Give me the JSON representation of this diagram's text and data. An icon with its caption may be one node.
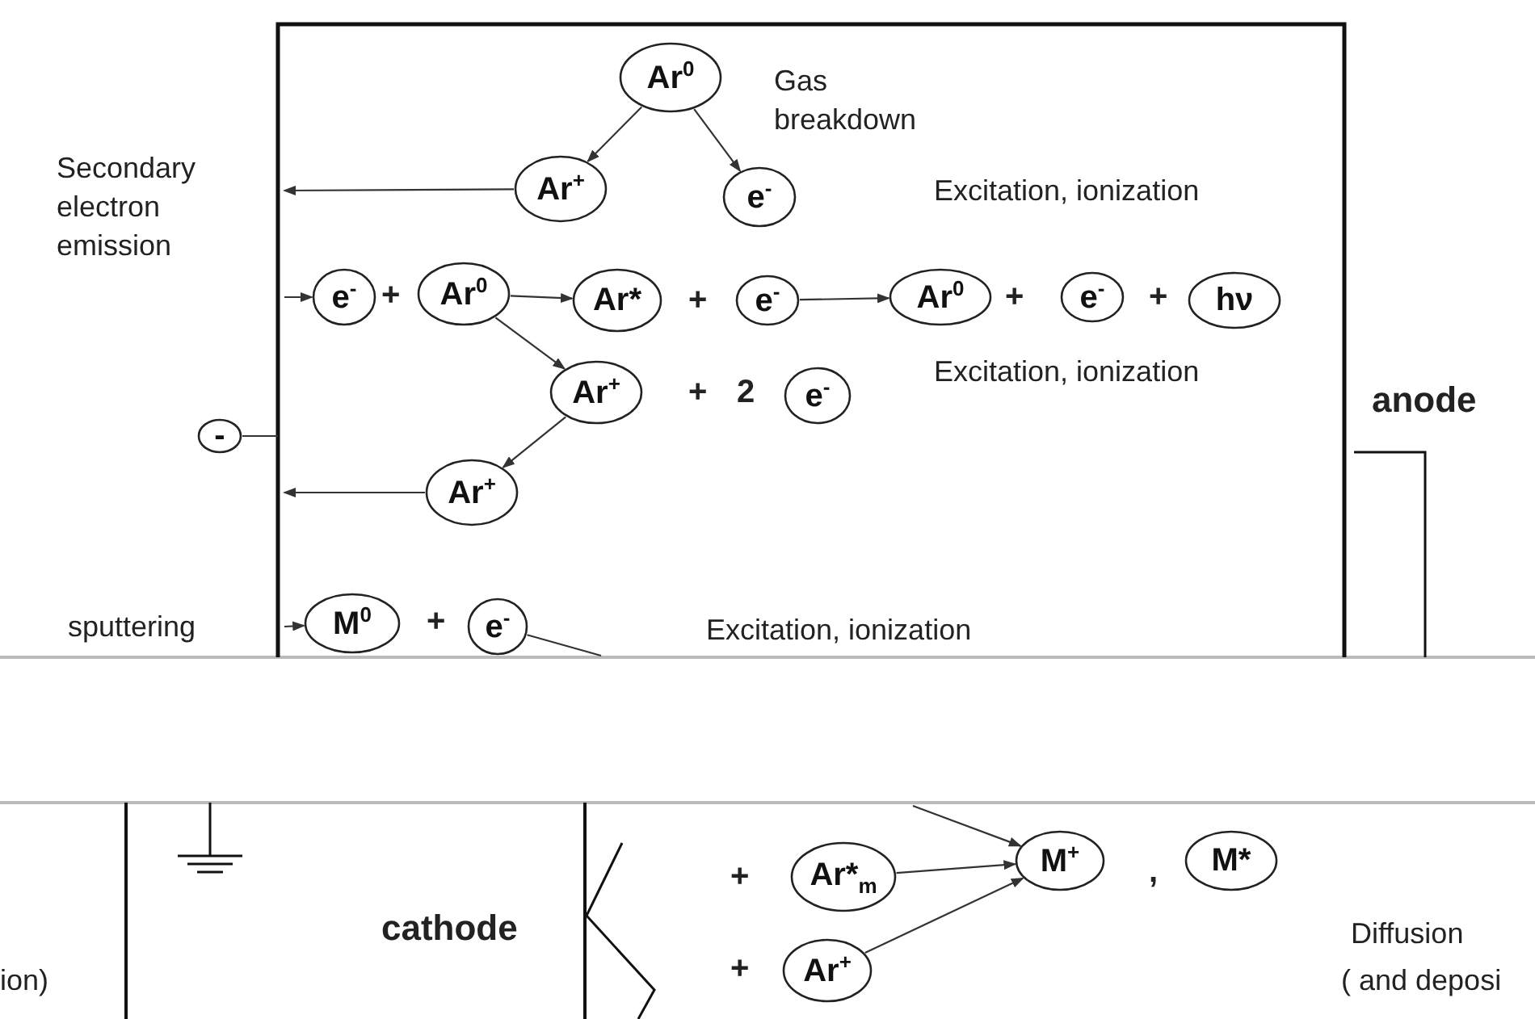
{
  "diagram": {
    "nodes": [
      {
        "text": [
          "Ar$^{0}$"
        ]
      },
      {
        "text": [
          "Ar$^{+}$"
        ]
      },
      {
        "text": [
          "e$^{-}$"
        ]
      },
      {
        "text": [
          "e$^{-}$"
        ]
      },
      {
        "text": [
          "Ar$^{0}$"
        ]
      },
      {
        "text": [
          "Ar*"
        ]
      },
      {
        "text": [
          "e$^{-}$"
        ]
      },
      {
        "text": [
          "Ar$^{0}$"
        ]
      },
      {
        "text": [
          "e$^{-}$"
        ]
      },
      {
        "text": [
          "hν"
        ]
      },
      {
        "text": [
          "Ar$^{+}$"
        ]
      },
      {
        "text": [
          "e$^{-}$"
        ]
      },
      {
        "text": [
          "Ar$^{+}$"
        ]
      },
      {
        "text": [
          "-"
        ]
      },
      {
        "text": [
          "M$^{0}$"
        ]
      },
      {
        "text": [
          "e$^{-}$"
        ]
      },
      {
        "text": [
          "Ar*$_{m}$"
        ]
      },
      {
        "text": [
          "Ar$^{+}$"
        ]
      },
      {
        "text": [
          "M$^{+}$"
        ]
      },
      {
        "text": [
          "M*"
        ]
      }
    ],
    "edges": [
      {
        "from": 0,
        "to": 1,
        "arrow": "to"
      },
      {
        "from": 0,
        "to": 2,
        "arrow": "to"
      },
      {
        "from": 1,
        "to": null,
        "arrow": "to"
      },
      {
        "from": null,
        "to": 3,
        "arrow": "to"
      },
      {
        "from": 4,
        "to": 5,
        "arrow": "to"
      },
      {
        "from": 4,
        "to": 10,
        "arrow": "to"
      },
      {
        "from": 6,
        "to": 7,
        "arrow": "to"
      },
      {
        "from": 10,
        "to": 12,
        "arrow": "to"
      },
      {
        "from": 12,
        "to": null,
        "arrow": "to"
      },
      {
        "from": 13,
        "to": null,
        "arrow": "none"
      },
      {
        "from": null,
        "to": 14,
        "arrow": "to"
      },
      {
        "from": 15,
        "to": null,
        "arrow": "none"
      },
      {
        "from": null,
        "to": 18,
        "arrow": "to"
      },
      {
        "from": 16,
        "to": 18,
        "arrow": "to"
      },
      {
        "from": 17,
        "to": 18,
        "arrow": "to"
      }
    ],
    "labels": [
      "Gas breakdown",
      "Secondary electron emission",
      "Excitation, ionization",
      "+",
      "+",
      "+",
      "+",
      "Excitation, ionization",
      "+",
      "2",
      "anode",
      "sputtering",
      "+",
      "Excitation, ionization",
      "+",
      ",",
      "cathode",
      "ion)",
      "Diffusion",
      "+",
      "( and deposi"
    ]
  }
}
